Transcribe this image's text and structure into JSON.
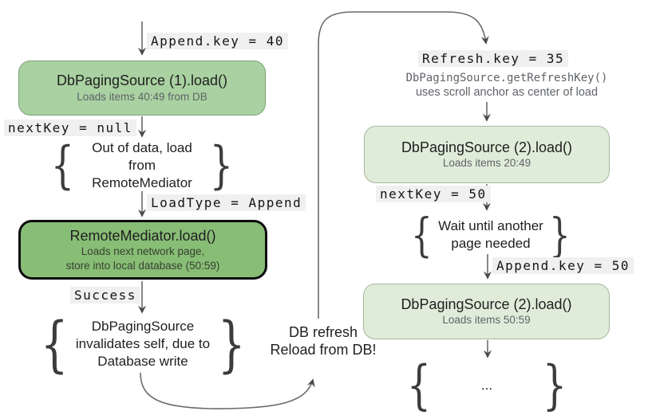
{
  "flow": {
    "left": {
      "append_key_label": "Append.key = 40",
      "box_load1": {
        "title": "DbPagingSource (1).load()",
        "subtitle": "Loads items 40:49 from DB"
      },
      "next_key_label": "nextKey = null",
      "out_of_data_note": "Out of data, load from\nRemoteMediator",
      "load_type_label": "LoadType = Append",
      "box_mediator": {
        "title": "RemoteMediator.load()",
        "subtitle": "Loads next network page,\nstore into local database (50:59)"
      },
      "success_label": "Success",
      "invalidate_note": "DbPagingSource\ninvalidates self, due to\nDatabase write"
    },
    "middle": {
      "db_refresh_note": "DB refresh\nReload from DB!"
    },
    "right": {
      "refresh_key_label": "Refresh.key = 35",
      "refresh_code_note": "DbPagingSource.getRefreshKey()",
      "refresh_anchor_note": "uses scroll anchor as center of load",
      "box_load2": {
        "title": "DbPagingSource (2).load()",
        "subtitle": "Loads items 20:49"
      },
      "next_key_label": "nextKey = 50",
      "wait_note": "Wait until another\npage needed",
      "append_key_label": "Append.key = 50",
      "box_load3": {
        "title": "DbPagingSource (2).load()",
        "subtitle": "Loads items 50:59"
      },
      "ellipsis_note": "..."
    }
  },
  "glyphs": {
    "brace_open": "{",
    "brace_close": "}"
  },
  "colors": {
    "node_green_medium": "#a9d1a1",
    "node_green_dark": "#88bd76",
    "node_green_light": "#dfecd9",
    "label_background": "#f0f0f0",
    "arrow_gray": "#6a6a6a",
    "text_primary": "#1f1f1f",
    "text_secondary": "#5f6368"
  }
}
